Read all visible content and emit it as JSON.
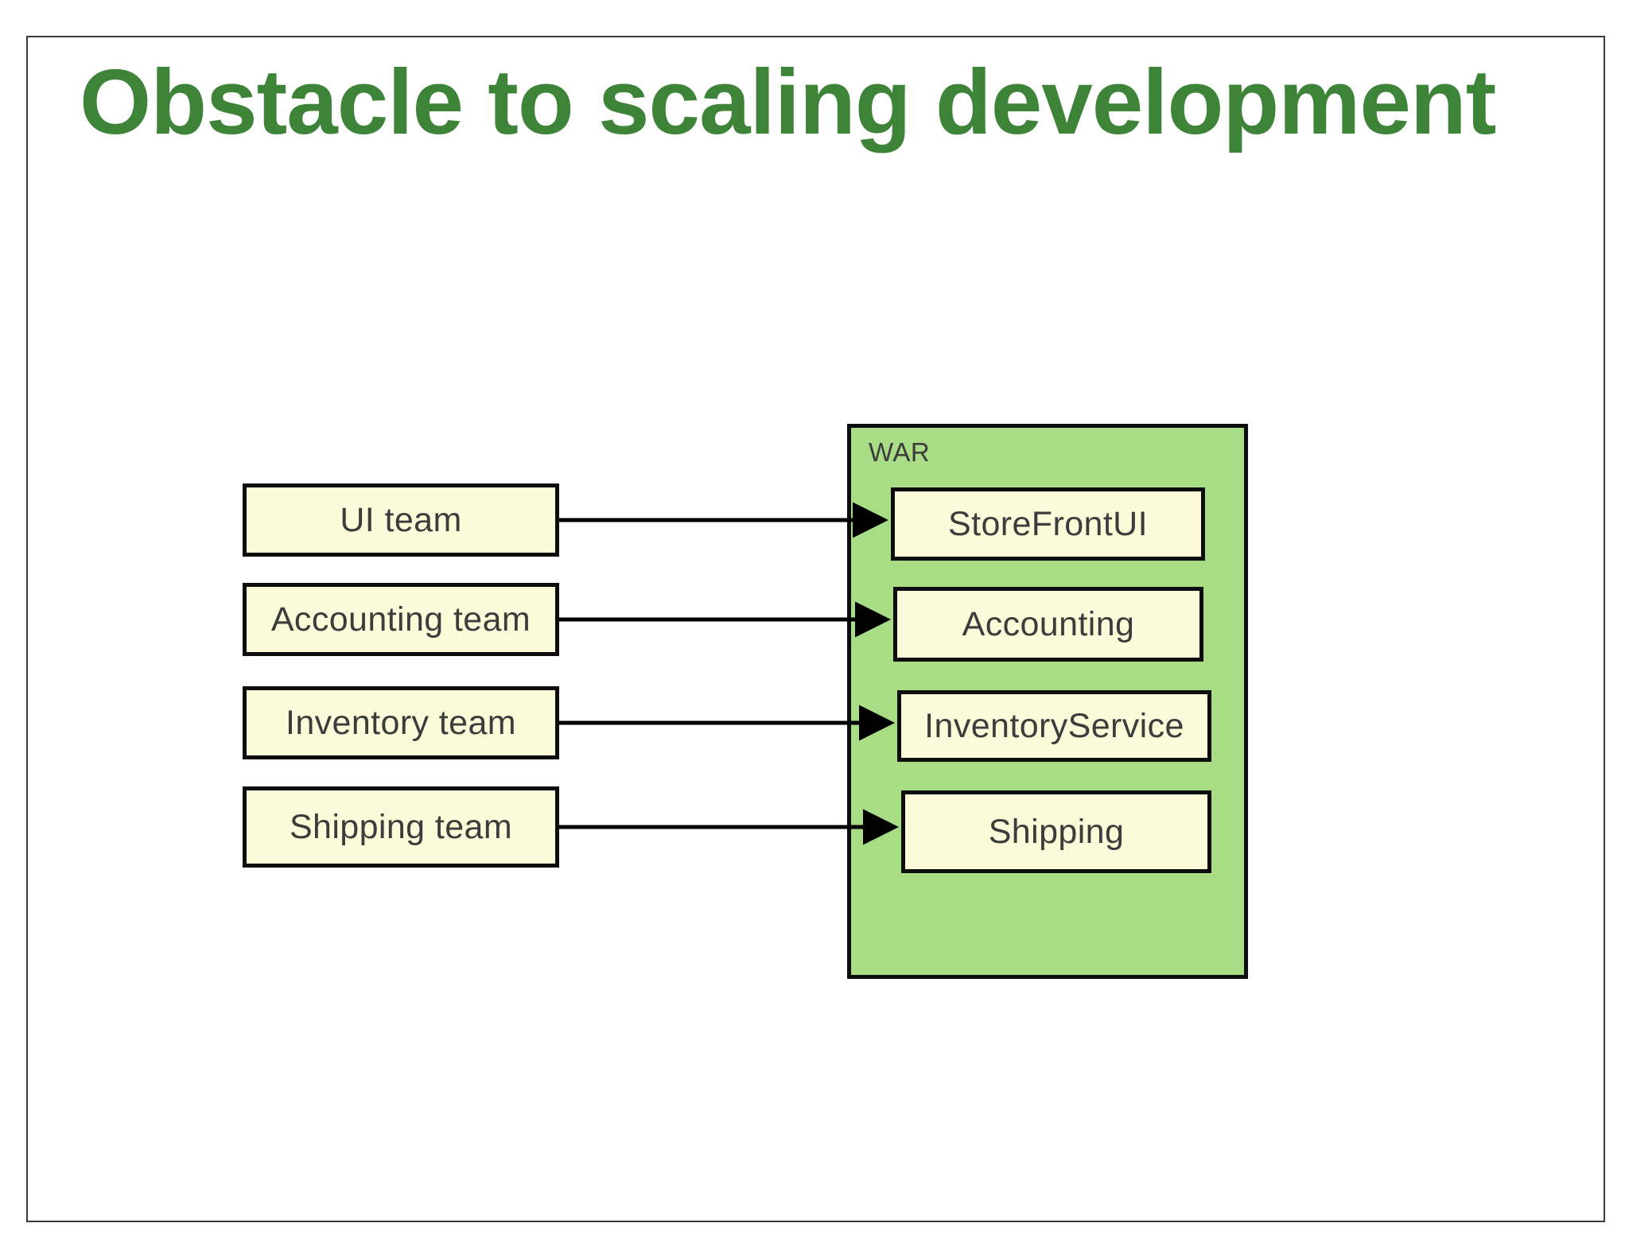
{
  "slide": {
    "title": "Obstacle to scaling development",
    "title_color": "#3d8438",
    "background": "#ffffff",
    "border_color": "#3a3a3a"
  },
  "palette": {
    "box_fill": "#FBFBD9",
    "box_border": "#0d0d0d",
    "container_fill": "#A9DD85",
    "text": "#3c3c3c",
    "arrow": "#000000"
  },
  "diagram": {
    "teams": [
      {
        "label": "UI team"
      },
      {
        "label": "Accounting team"
      },
      {
        "label": "Inventory team"
      },
      {
        "label": "Shipping team"
      }
    ],
    "container": {
      "label": "WAR",
      "modules": [
        {
          "label": "StoreFrontUI"
        },
        {
          "label": "Accounting"
        },
        {
          "label": "InventoryService"
        },
        {
          "label": "Shipping"
        }
      ]
    },
    "connections": [
      {
        "from": "UI team",
        "to": "StoreFrontUI"
      },
      {
        "from": "Accounting team",
        "to": "Accounting"
      },
      {
        "from": "Inventory team",
        "to": "InventoryService"
      },
      {
        "from": "Shipping team",
        "to": "Shipping"
      }
    ]
  }
}
